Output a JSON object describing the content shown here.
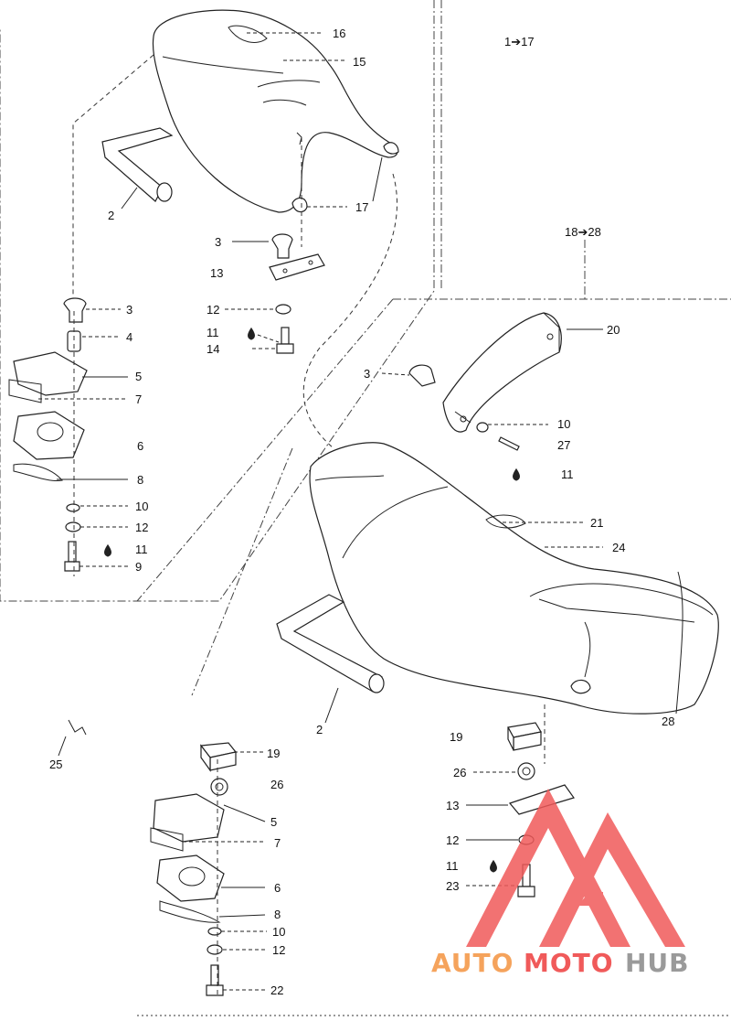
{
  "groups": {
    "g1": "1➔17",
    "g2": "18➔28"
  },
  "callouts": {
    "c16": "16",
    "c15": "15",
    "c17": "17",
    "c2a": "2",
    "c3a": "3",
    "c13a": "13",
    "c3b": "3",
    "c4": "4",
    "c5a": "5",
    "c7a": "7",
    "c6a": "6",
    "c8a": "8",
    "c10a": "10",
    "c12a": "12",
    "c11a": "11",
    "c9": "9",
    "c12b": "12",
    "c11b": "11",
    "c14": "14",
    "c20": "20",
    "c3c": "3",
    "c10b": "10",
    "c27": "27",
    "c11c": "11",
    "c21": "21",
    "c24": "24",
    "c2b": "2",
    "c28": "28",
    "c25": "25",
    "c19a": "19",
    "c26a": "26",
    "c5b": "5",
    "c7b": "7",
    "c6b": "6",
    "c8b": "8",
    "c10c": "10",
    "c12c": "12",
    "c22": "22",
    "c19b": "19",
    "c26b": "26",
    "c13b": "13",
    "c12d": "12",
    "c11d": "11",
    "c23": "23"
  },
  "watermark": {
    "part1": "AUTO",
    "part2": "MOTO",
    "part3": "HUB"
  },
  "colors": {
    "watermark_red": "#f05a5a",
    "watermark_orange": "#f5a35c",
    "watermark_gray": "#9a9a9a"
  }
}
